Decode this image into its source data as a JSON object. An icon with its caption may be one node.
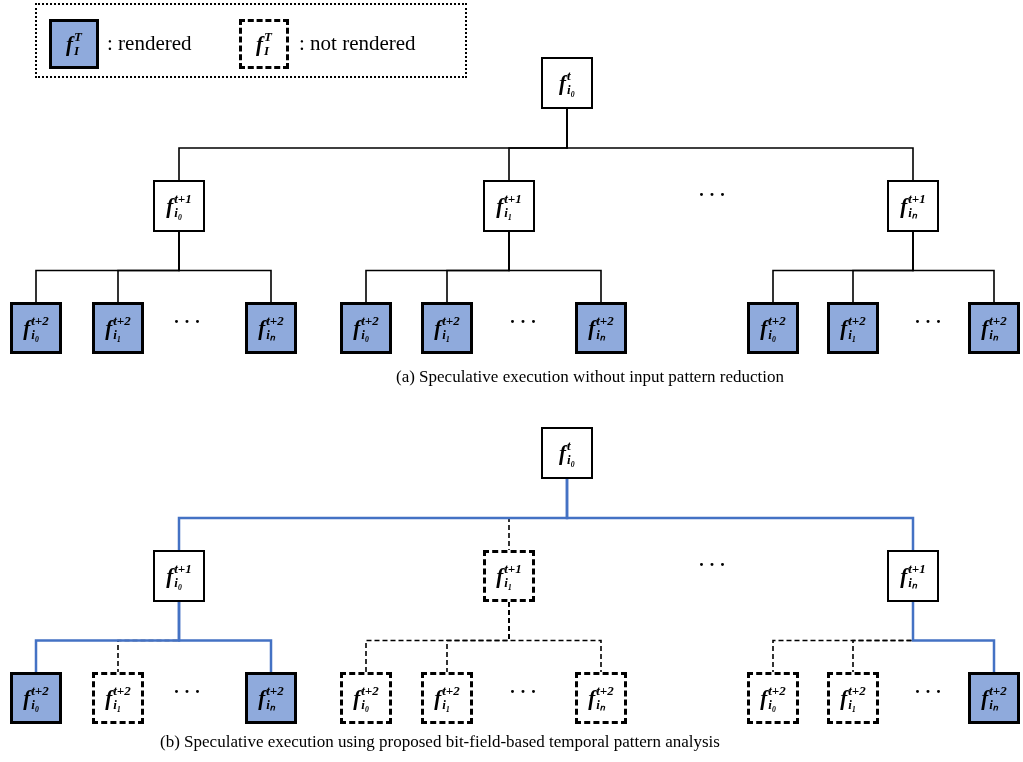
{
  "diagram": {
    "nodes": [
      {
        "text": [
          "f$^{t}$$_{i₀}$"
        ]
      },
      {
        "text": [
          "f$^{t+1}$$_{i₀}$"
        ]
      },
      {
        "text": [
          "f$^{t+1}$$_{i₁}$"
        ]
      },
      {
        "text": [
          "f$^{t+1}$$_{iₙ}$"
        ]
      },
      {
        "text": [
          "f$^{t+2}$$_{i₀}$"
        ]
      },
      {
        "text": [
          "f$^{t+2}$$_{i₁}$"
        ]
      },
      {
        "text": [
          "f$^{t+2}$$_{iₙ}$"
        ]
      },
      {
        "text": [
          "f$^{t+2}$$_{i₀}$"
        ]
      },
      {
        "text": [
          "f$^{t+2}$$_{i₁}$"
        ]
      },
      {
        "text": [
          "f$^{t+2}$$_{iₙ}$"
        ]
      },
      {
        "text": [
          "f$^{t+2}$$_{i₀}$"
        ]
      },
      {
        "text": [
          "f$^{t+2}$$_{i₁}$"
        ]
      },
      {
        "text": [
          "f$^{t+2}$$_{iₙ}$"
        ]
      },
      {
        "text": [
          "f$^{t}$$_{i₀}$"
        ]
      },
      {
        "text": [
          "f$^{t+1}$$_{i₀}$"
        ]
      },
      {
        "text": [
          "f$^{t+1}$$_{i₁}$"
        ]
      },
      {
        "text": [
          "f$^{t+1}$$_{iₙ}$"
        ]
      },
      {
        "text": [
          "f$^{t+2}$$_{i₀}$"
        ]
      },
      {
        "text": [
          "f$^{t+2}$$_{i₁}$"
        ]
      },
      {
        "text": [
          "f$^{t+2}$$_{iₙ}$"
        ]
      },
      {
        "text": [
          "f$^{t+2}$$_{i₀}$"
        ]
      },
      {
        "text": [
          "f$^{t+2}$$_{i₁}$"
        ]
      },
      {
        "text": [
          "f$^{t+2}$$_{iₙ}$"
        ]
      },
      {
        "text": [
          "f$^{t+2}$$_{i₀}$"
        ]
      },
      {
        "text": [
          "f$^{t+2}$$_{i₁}$"
        ]
      },
      {
        "text": [
          "f$^{t+2}$$_{iₙ}$"
        ]
      }
    ],
    "edges": [
      {
        "from": 0,
        "to": 1,
        "arrow": "none"
      },
      {
        "from": 0,
        "to": 2,
        "arrow": "none"
      },
      {
        "from": 0,
        "to": 3,
        "arrow": "none"
      },
      {
        "from": 1,
        "to": 4,
        "arrow": "none"
      },
      {
        "from": 1,
        "to": 5,
        "arrow": "none"
      },
      {
        "from": 1,
        "to": 6,
        "arrow": "none"
      },
      {
        "from": 2,
        "to": 7,
        "arrow": "none"
      },
      {
        "from": 2,
        "to": 8,
        "arrow": "none"
      },
      {
        "from": 2,
        "to": 9,
        "arrow": "none"
      },
      {
        "from": 3,
        "to": 10,
        "arrow": "none"
      },
      {
        "from": 3,
        "to": 11,
        "arrow": "none"
      },
      {
        "from": 3,
        "to": 12,
        "arrow": "none"
      },
      {
        "from": 13,
        "to": 14,
        "arrow": "none",
        "color": "#4472c4"
      },
      {
        "from": 13,
        "to": 15,
        "arrow": "none",
        "style": "dashed"
      },
      {
        "from": 13,
        "to": 16,
        "arrow": "none",
        "color": "#4472c4"
      },
      {
        "from": 14,
        "to": 17,
        "arrow": "none",
        "color": "#4472c4"
      },
      {
        "from": 14,
        "to": 18,
        "arrow": "none",
        "style": "dashed"
      },
      {
        "from": 14,
        "to": 19,
        "arrow": "none",
        "color": "#4472c4"
      },
      {
        "from": 15,
        "to": 20,
        "arrow": "none",
        "style": "dashed"
      },
      {
        "from": 15,
        "to": 21,
        "arrow": "none",
        "style": "dashed"
      },
      {
        "from": 15,
        "to": 22,
        "arrow": "none",
        "style": "dashed"
      },
      {
        "from": 16,
        "to": 23,
        "arrow": "none",
        "style": "dashed"
      },
      {
        "from": 16,
        "to": 24,
        "arrow": "none",
        "style": "dashed"
      },
      {
        "from": 16,
        "to": 25,
        "arrow": "none",
        "color": "#4472c4"
      }
    ],
    "labels": [
      "f$^{T}$$_{I}$",
      "f$^{T}$$_{I}$",
      "· · ·",
      "· · ·",
      "· · ·",
      "· · ·",
      "(a) Speculative execution without input pattern reduction",
      "· · ·",
      "· · ·",
      "· · ·",
      "· · ·",
      "(b) Speculative execution using proposed bit-field-based temporal pattern analysis"
    ],
    "legend": [
      {
        "text": ": rendered",
        "color": "#8faadc"
      },
      {
        "text": ": not rendered"
      }
    ]
  }
}
